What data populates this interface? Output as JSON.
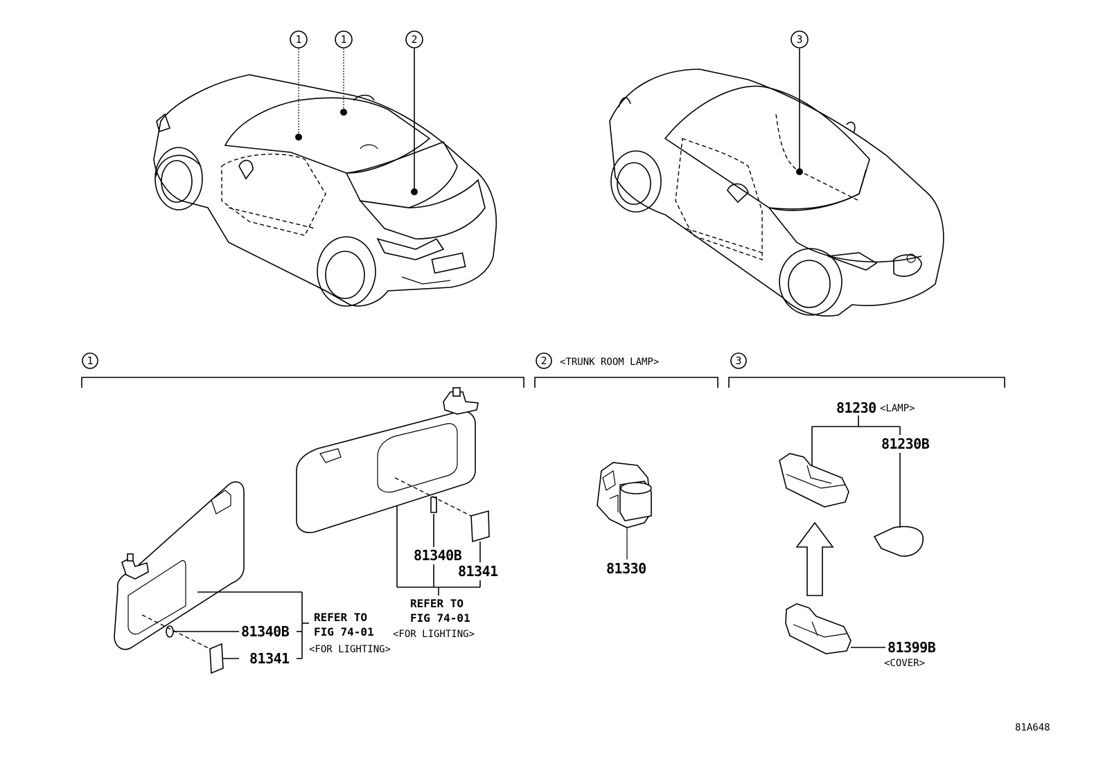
{
  "callouts": {
    "c1": "1",
    "c2": "2",
    "c3": "3"
  },
  "sections": {
    "s1": {
      "number": "1",
      "title": ""
    },
    "s2": {
      "number": "2",
      "title": "<TRUNK ROOM LAMP>"
    },
    "s3": {
      "number": "3",
      "title": ""
    }
  },
  "parts": {
    "p81340B_left": "81340B",
    "p81341_left": "81341",
    "p81340B_right": "81340B",
    "p81341_right": "81341",
    "p81330": "81330",
    "p81230": "81230",
    "p81230_note": "<LAMP>",
    "p81230B": "81230B",
    "p81399B": "81399B",
    "p81399B_note": "<COVER>"
  },
  "refs": {
    "left": {
      "line1": "REFER TO",
      "line2": "FIG 74-01",
      "line3": "<FOR LIGHTING>"
    },
    "right": {
      "line1": "REFER TO",
      "line2": "FIG 74-01",
      "line3": "<FOR LIGHTING>"
    }
  },
  "figure_code": "81A648"
}
